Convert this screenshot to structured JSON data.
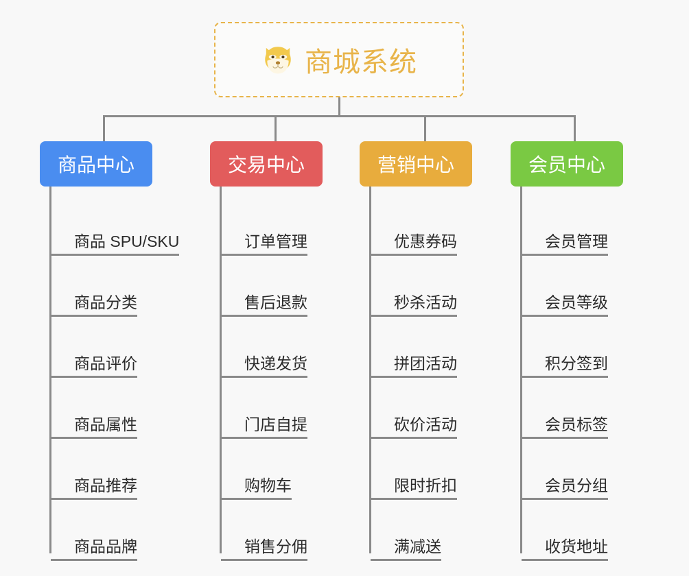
{
  "canvas": {
    "background": "#f8f8f8",
    "line_color": "#8a8a8a"
  },
  "root": {
    "title": "商城系统",
    "logo_icon": "shiba-dog-face-icon",
    "logo_glyph": "🐶",
    "border_color": "#e8b44a",
    "text_color": "#e8b44a",
    "border_style": "dashed"
  },
  "branches": [
    {
      "label": "商品中心",
      "color": "#4a8df0",
      "children": [
        "商品 SPU/SKU",
        "商品分类",
        "商品评价",
        "商品属性",
        "商品推荐",
        "商品品牌"
      ]
    },
    {
      "label": "交易中心",
      "color": "#e25c5c",
      "children": [
        "订单管理",
        "售后退款",
        "快递发货",
        "门店自提",
        "购物车",
        "销售分佣"
      ]
    },
    {
      "label": "营销中心",
      "color": "#e8ac3d",
      "children": [
        "优惠券码",
        "秒杀活动",
        "拼团活动",
        "砍价活动",
        "限时折扣",
        "满减送"
      ]
    },
    {
      "label": "会员中心",
      "color": "#7ac943",
      "children": [
        "会员管理",
        "会员等级",
        "积分签到",
        "会员标签",
        "会员分组",
        "收货地址"
      ]
    }
  ]
}
